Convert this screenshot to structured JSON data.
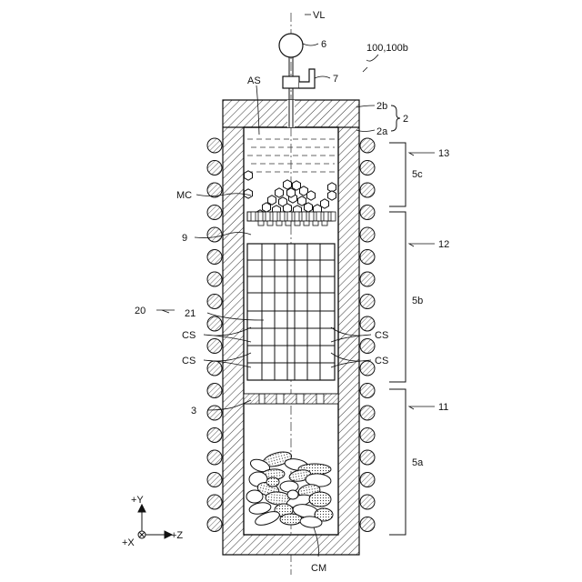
{
  "labels": {
    "vl": "VL",
    "six": "6",
    "seven": "7",
    "ref_main": "100,100b",
    "as": "AS",
    "two_b": "2b",
    "two": "2",
    "two_a": "2a",
    "thirteen": "13",
    "five_c": "5c",
    "mc": "MC",
    "nine": "9",
    "twelve": "12",
    "five_b": "5b",
    "twenty": "20",
    "twenty_one": "21",
    "cs_left_upper": "CS",
    "cs_right_upper": "CS",
    "cs_left_lower": "CS",
    "cs_right_lower": "CS",
    "three": "3",
    "eleven": "11",
    "five_a": "5a",
    "cm": "CM"
  },
  "axes": {
    "y": "+Y",
    "z": "+Z",
    "x": "+X"
  }
}
